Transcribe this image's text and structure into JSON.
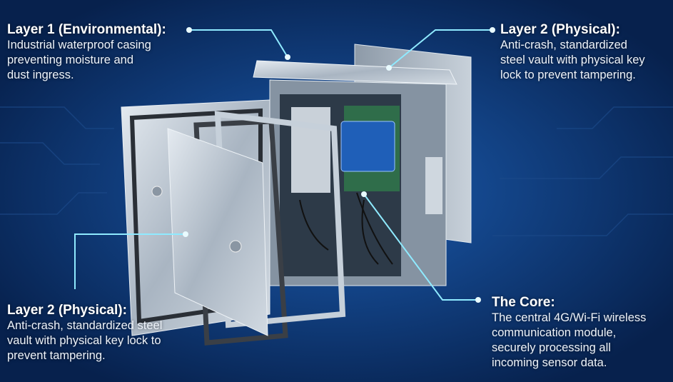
{
  "layer1_environmental": {
    "title": "Layer 1 (Environmental):",
    "lines": [
      "Industrial waterproof casing",
      "preventing moisture and",
      "dust ingress."
    ]
  },
  "layer2_physical_top": {
    "title": "Layer 2 (Physical):",
    "lines": [
      "Anti-crash, standardized",
      "steel vault with physical key",
      "lock to prevent tampering."
    ]
  },
  "layer2_physical_bottom": {
    "title": "Layer 2 (Physical):",
    "lines": [
      "Anti-crash, standardized steel",
      "vault with physical key lock to",
      "prevent tampering."
    ]
  },
  "core": {
    "title": "The Core:",
    "lines": [
      "The central 4G/Wi-Fi wireless",
      "communication module,",
      "securely processing all",
      "incoming sensor data."
    ]
  },
  "colors": {
    "background": "#0a2c63",
    "accent": "#7fe6ff",
    "steel": "#b9c4cf",
    "module": "#1f5fb8"
  }
}
